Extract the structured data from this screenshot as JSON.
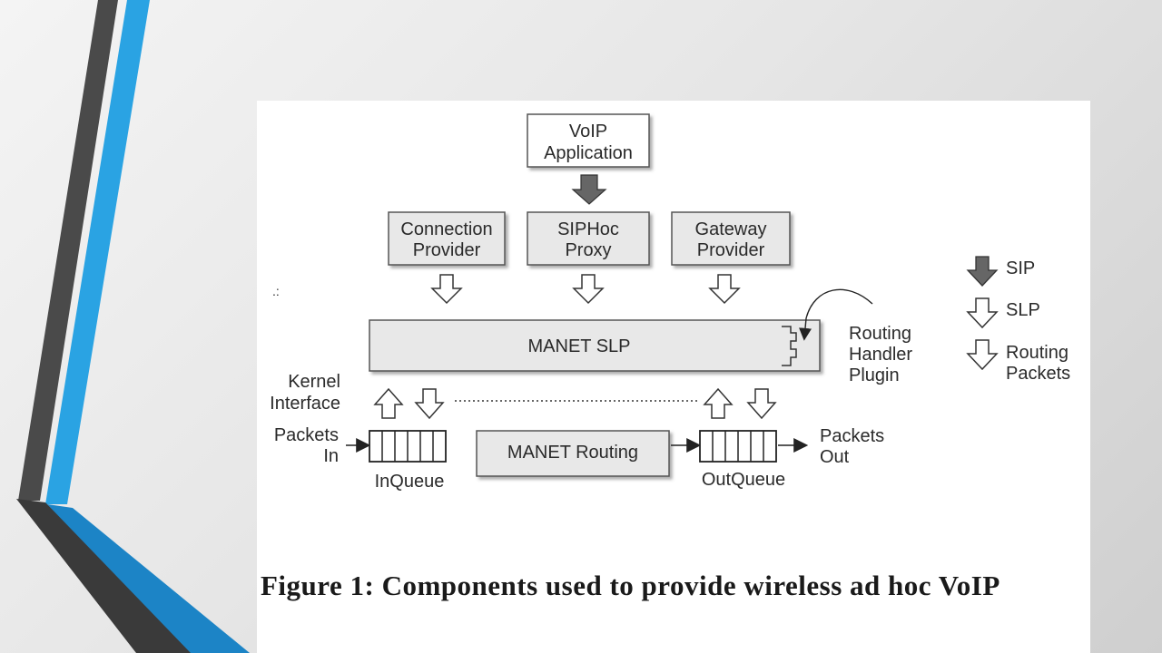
{
  "diagram": {
    "voip_application": [
      "VoIP",
      "Application"
    ],
    "connection_provider": [
      "Connection",
      "Provider"
    ],
    "siphoc_proxy": [
      "SIPHoc",
      "Proxy"
    ],
    "gateway_provider": [
      "Gateway",
      "Provider"
    ],
    "manet_slp": "MANET SLP",
    "routing_handler_plugin": [
      "Routing",
      "Handler",
      "Plugin"
    ],
    "kernel_interface": [
      "Kernel",
      "Interface"
    ],
    "packets_in": [
      "Packets",
      "In"
    ],
    "inqueue": "InQueue",
    "manet_routing": "MANET Routing",
    "outqueue": "OutQueue",
    "packets_out": [
      "Packets",
      "Out"
    ],
    "stray_mark": ".:",
    "legend": [
      {
        "label": [
          "SIP"
        ],
        "style": "filled"
      },
      {
        "label": [
          "SLP"
        ],
        "style": "hollow"
      },
      {
        "label": [
          "Routing",
          "Packets"
        ],
        "style": "hollow"
      }
    ]
  },
  "caption": "Figure 1: Components used to provide wireless ad hoc VoIP",
  "colors": {
    "accent_blue": "#2aa3e3",
    "accent_dark": "#4a4a4a",
    "box_fill": "#e8e8e8",
    "sip_arrow": "#666666"
  }
}
